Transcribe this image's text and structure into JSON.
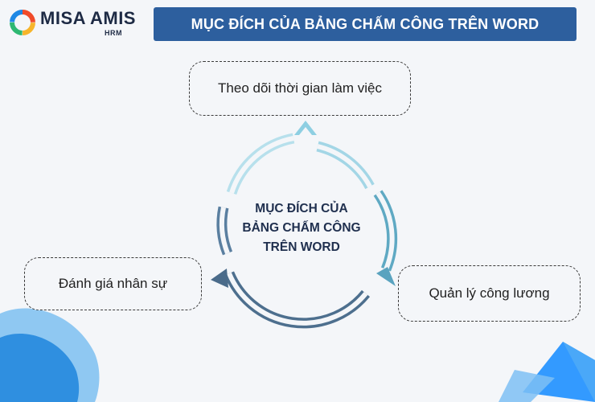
{
  "logo": {
    "brand": "MISA AMIS",
    "sub": "HRM"
  },
  "title": "MỤC ĐÍCH CỦA BẢNG CHẤM CÔNG TRÊN WORD",
  "center": {
    "lines": [
      "MỤC ĐÍCH CỦA",
      "BẢNG CHẤM CÔNG",
      "TRÊN WORD"
    ]
  },
  "nodes": {
    "top": "Theo dõi thời gian làm việc",
    "left": "Đánh giá nhân sự",
    "right": "Quản lý công lương"
  },
  "colors": {
    "banner": "#2d5f9e",
    "arc_light": "#a8d8e8",
    "arc_mid": "#5ba3bf",
    "arc_dark": "#4a6b8a",
    "corner_blue": "#2f8fe0",
    "corner_triangle": "#1e90ff"
  }
}
